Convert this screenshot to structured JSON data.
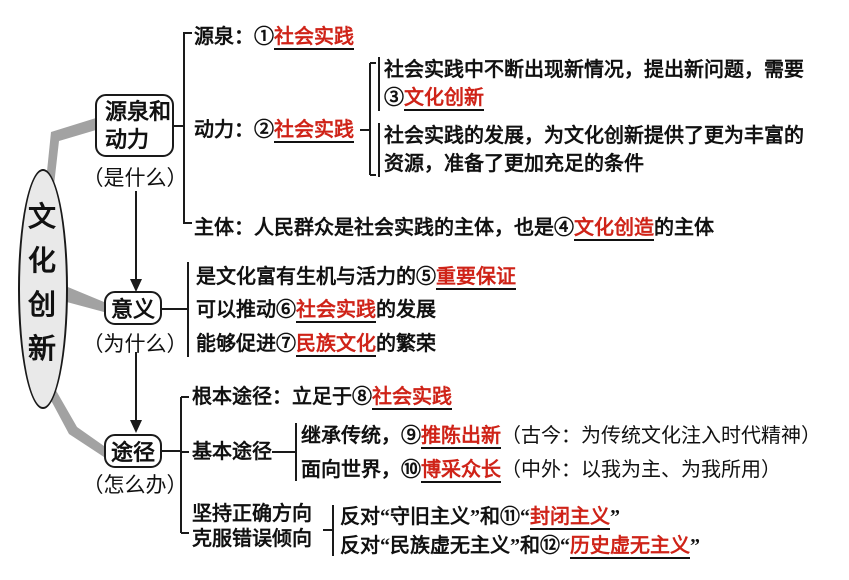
{
  "root": {
    "title": "文化创新"
  },
  "nodes": {
    "box1": {
      "line1": "源泉和",
      "line2": "动力",
      "sub": "（是什么）"
    },
    "box2": {
      "label": "意义",
      "sub": "（为什么）"
    },
    "box3": {
      "label": "途径",
      "sub": "（怎么办）"
    }
  },
  "group1": {
    "yuanquan": {
      "pre": "源泉：①",
      "red": "社会实践"
    },
    "dongli": {
      "pre": "动力：②",
      "red": "社会实践"
    },
    "sub1_line1": "社会实践中不断出现新情况，提出新问题，需要",
    "sub1_line2": {
      "pre": "③",
      "red": "文化创新"
    },
    "sub2_line1": "社会实践的发展，为文化创新提供了更为丰富的",
    "sub2_line2": "资源，准备了更加充足的条件",
    "zhuti": {
      "pre": "主体：人民群众是社会实践的主体，也是④",
      "red": "文化创造",
      "post": "的主体"
    }
  },
  "group2": {
    "line1": {
      "pre": "是文化富有生机与活力的⑤",
      "red": "重要保证"
    },
    "line2": {
      "pre": "可以推动⑥",
      "red": "社会实践",
      "post": "的发展"
    },
    "line3": {
      "pre": "能够促进⑦",
      "red": "民族文化",
      "post": "的繁荣"
    }
  },
  "group3": {
    "genben": {
      "pre": "根本途径：立足于⑧",
      "red": "社会实践"
    },
    "jiben_label": "基本途径",
    "jicheng": {
      "pre": "继承传统，⑨",
      "red": "推陈出新",
      "post": "（古今：为传统文化注入时代精神）"
    },
    "mianxiang": {
      "pre": "面向世界，⑩",
      "red": "博采众长",
      "post": "（中外：以我为主、为我所用）"
    },
    "jianchi_line1": "坚持正确方向",
    "jianchi_line2": "克服错误倾向",
    "fandui1": {
      "pre": "反对“守旧主义”和⑪“",
      "red": "封闭主义",
      "post": "”"
    },
    "fandui2": {
      "pre": "反对“民族虚无主义”和⑫“",
      "red": "历史虚无主义",
      "post": "”"
    }
  },
  "colors": {
    "accent_red": "#cf2318",
    "line_black": "#1a1a1a",
    "connector_gray": "#a2a2a2",
    "ellipse_fill": "#e9e9e9"
  }
}
